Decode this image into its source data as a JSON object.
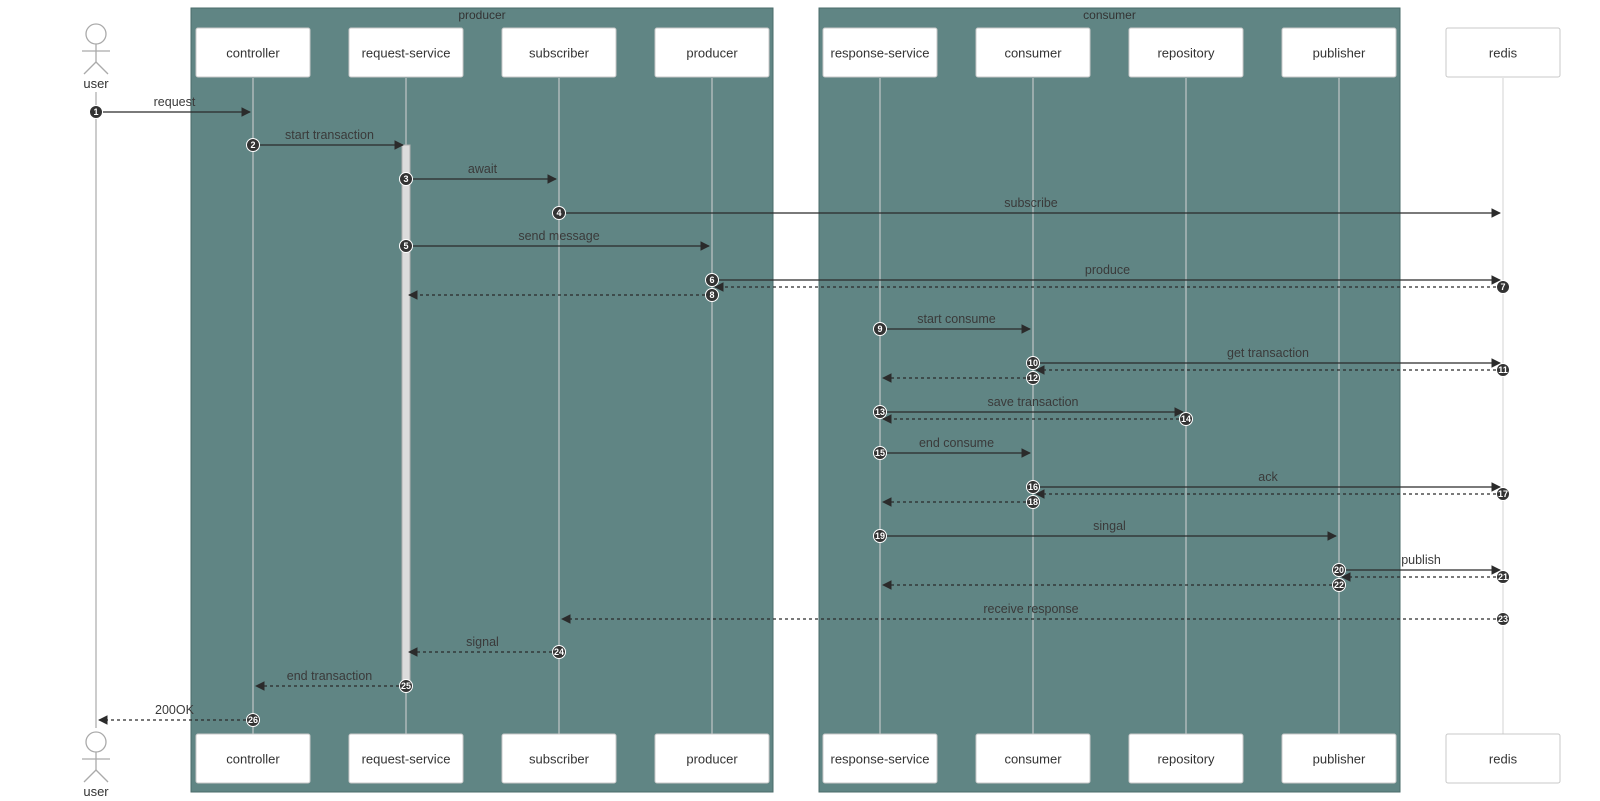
{
  "boxes": [
    {
      "id": "producer-box",
      "label": "producer"
    },
    {
      "id": "consumer-box",
      "label": "consumer"
    }
  ],
  "actors": [
    {
      "id": "user",
      "label": "user",
      "kind": "person"
    },
    {
      "id": "controller",
      "label": "controller",
      "kind": "participant"
    },
    {
      "id": "request-service",
      "label": "request-service",
      "kind": "participant"
    },
    {
      "id": "subscriber",
      "label": "subscriber",
      "kind": "participant"
    },
    {
      "id": "producer",
      "label": "producer",
      "kind": "participant"
    },
    {
      "id": "response-service",
      "label": "response-service",
      "kind": "participant"
    },
    {
      "id": "consumer",
      "label": "consumer",
      "kind": "participant"
    },
    {
      "id": "repository",
      "label": "repository",
      "kind": "participant"
    },
    {
      "id": "publisher",
      "label": "publisher",
      "kind": "participant"
    },
    {
      "id": "redis",
      "label": "redis",
      "kind": "participant"
    }
  ],
  "messages": [
    {
      "n": 1,
      "from": "user",
      "to": "controller",
      "label": "request",
      "style": "solid"
    },
    {
      "n": 2,
      "from": "controller",
      "to": "request-service",
      "label": "start transaction",
      "style": "solid"
    },
    {
      "n": 3,
      "from": "request-service",
      "to": "subscriber",
      "label": "await",
      "style": "solid"
    },
    {
      "n": 4,
      "from": "subscriber",
      "to": "redis",
      "label": "subscribe",
      "style": "solid"
    },
    {
      "n": 5,
      "from": "request-service",
      "to": "producer",
      "label": "send message",
      "style": "solid"
    },
    {
      "n": 6,
      "from": "producer",
      "to": "redis",
      "label": "produce",
      "style": "solid"
    },
    {
      "n": 7,
      "from": "redis",
      "to": "producer",
      "label": "",
      "style": "dotted"
    },
    {
      "n": 8,
      "from": "producer",
      "to": "request-service",
      "label": "",
      "style": "dotted"
    },
    {
      "n": 9,
      "from": "response-service",
      "to": "consumer",
      "label": "start consume",
      "style": "solid"
    },
    {
      "n": 10,
      "from": "consumer",
      "to": "redis",
      "label": "get transaction",
      "style": "solid"
    },
    {
      "n": 11,
      "from": "redis",
      "to": "consumer",
      "label": "",
      "style": "dotted"
    },
    {
      "n": 12,
      "from": "consumer",
      "to": "response-service",
      "label": "",
      "style": "dotted"
    },
    {
      "n": 13,
      "from": "response-service",
      "to": "repository",
      "label": "save transaction",
      "style": "solid"
    },
    {
      "n": 14,
      "from": "repository",
      "to": "response-service",
      "label": "",
      "style": "dotted"
    },
    {
      "n": 15,
      "from": "response-service",
      "to": "consumer",
      "label": "end consume",
      "style": "solid"
    },
    {
      "n": 16,
      "from": "consumer",
      "to": "redis",
      "label": "ack",
      "style": "solid"
    },
    {
      "n": 17,
      "from": "redis",
      "to": "consumer",
      "label": "",
      "style": "dotted"
    },
    {
      "n": 18,
      "from": "consumer",
      "to": "response-service",
      "label": "",
      "style": "dotted"
    },
    {
      "n": 19,
      "from": "response-service",
      "to": "publisher",
      "label": "singal",
      "style": "solid"
    },
    {
      "n": 20,
      "from": "publisher",
      "to": "redis",
      "label": "publish",
      "style": "solid"
    },
    {
      "n": 21,
      "from": "redis",
      "to": "publisher",
      "label": "",
      "style": "dotted"
    },
    {
      "n": 22,
      "from": "publisher",
      "to": "response-service",
      "label": "",
      "style": "dotted"
    },
    {
      "n": 23,
      "from": "redis",
      "to": "subscriber",
      "label": "receive response",
      "style": "dotted"
    },
    {
      "n": 24,
      "from": "subscriber",
      "to": "request-service",
      "label": "signal",
      "style": "dotted"
    },
    {
      "n": 25,
      "from": "request-service",
      "to": "controller",
      "label": "end transaction",
      "style": "dotted"
    },
    {
      "n": 26,
      "from": "controller",
      "to": "user",
      "label": "200OK",
      "style": "dotted"
    }
  ],
  "colors": {
    "box_fill": "#608584",
    "badge_fill": "#333333",
    "line": "#2b2b2b"
  }
}
